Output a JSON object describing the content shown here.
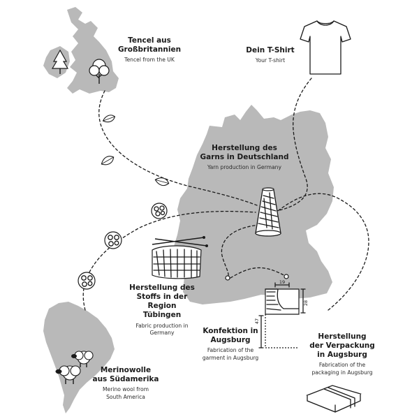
{
  "colors": {
    "land": "#b9b9b9",
    "ink": "#1a1a1a",
    "background": "#ffffff"
  },
  "steps": [
    {
      "id": "tencel",
      "title_line1": "Tencel aus",
      "title_line2": "Großbritannien",
      "subtitle_line1": "Tencel from the UK",
      "subtitle_line2": "",
      "icon": "tree-icon"
    },
    {
      "id": "tshirt",
      "title_line1": "Dein T-Shirt",
      "title_line2": "",
      "subtitle_line1": "Your T-shirt",
      "subtitle_line2": "",
      "icon": "tshirt-icon"
    },
    {
      "id": "yarn",
      "title_line1": "Herstellung des",
      "title_line2": "Garns in Deutschland",
      "subtitle_line1": "Yarn production in Germany",
      "subtitle_line2": "",
      "icon": "yarn-cone-icon"
    },
    {
      "id": "fabric",
      "title_line1": "Herstellung des",
      "title_line2": "Stoffs in der Region",
      "title_line3": "Tübingen",
      "subtitle_line1": "Fabric production in",
      "subtitle_line2": "Germany",
      "icon": "knitting-icon"
    },
    {
      "id": "garment",
      "title_line1": "Konfektion in",
      "title_line2": "Augsburg",
      "subtitle_line1": "Fabrication of the",
      "subtitle_line2": "garment in Augsburg",
      "icon": "pattern-icon"
    },
    {
      "id": "packaging",
      "title_line1": "Herstellung",
      "title_line2": "der Verpackung",
      "title_line3": "in Augsburg",
      "subtitle_line1": "Fabrication of the",
      "subtitle_line2": "packaging in Augsburg",
      "icon": "box-icon"
    },
    {
      "id": "merino",
      "title_line1": "Merinowolle",
      "title_line2": "aus Südamerika",
      "subtitle_line1": "Merino wool from",
      "subtitle_line2": "South America",
      "icon": "sheep-icon"
    }
  ],
  "pattern_dimensions": {
    "top": "19",
    "right": "28",
    "left": "47"
  }
}
